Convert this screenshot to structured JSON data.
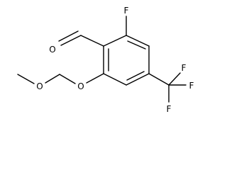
{
  "molecule": {
    "atoms": {
      "f_ring": "F",
      "o_aldehyde": "O",
      "o_methoxy": "O",
      "o_ether": "O",
      "f_cf3_top": "F",
      "f_cf3_right": "F",
      "f_cf3_bottom": "F"
    }
  },
  "colors": {
    "ink": "#000000",
    "background": "#ffffff"
  }
}
